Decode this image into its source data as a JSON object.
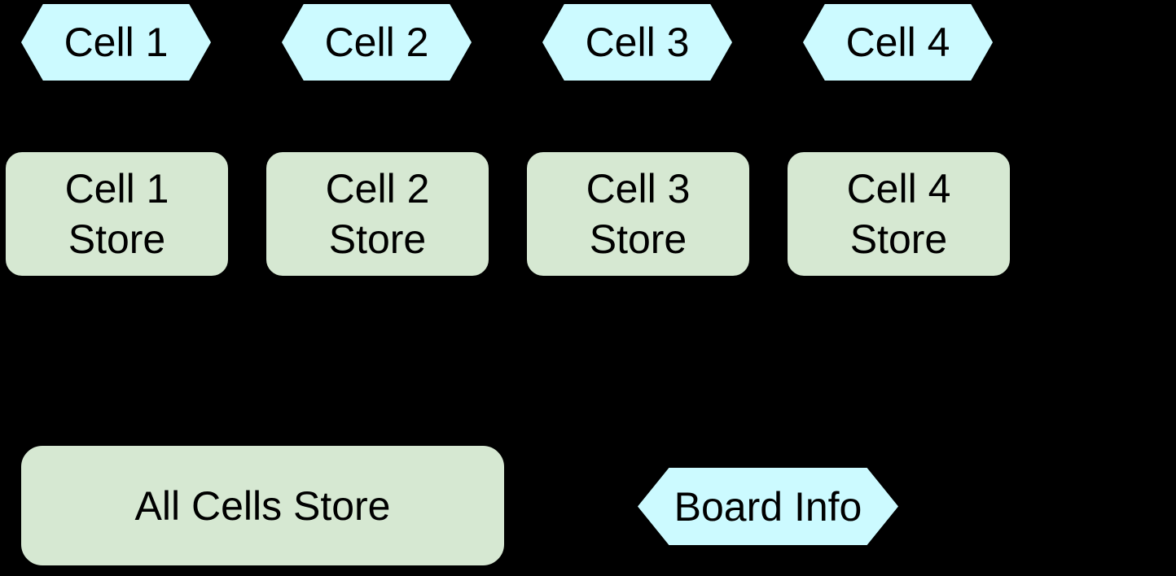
{
  "colors": {
    "background": "#000000",
    "hexagon_fill": "#ccfaff",
    "store_fill": "#d6e8d2",
    "text": "#000000"
  },
  "diagram": {
    "cell_tags": [
      {
        "label": "Cell 1"
      },
      {
        "label": "Cell 2"
      },
      {
        "label": "Cell 3"
      },
      {
        "label": "Cell 4"
      }
    ],
    "cell_stores": [
      {
        "label": "Cell 1\nStore"
      },
      {
        "label": "Cell 2\nStore"
      },
      {
        "label": "Cell 3\nStore"
      },
      {
        "label": "Cell 4\nStore"
      }
    ],
    "all_cells_store": {
      "label": "All Cells Store"
    },
    "board_info": {
      "label": "Board Info"
    }
  }
}
